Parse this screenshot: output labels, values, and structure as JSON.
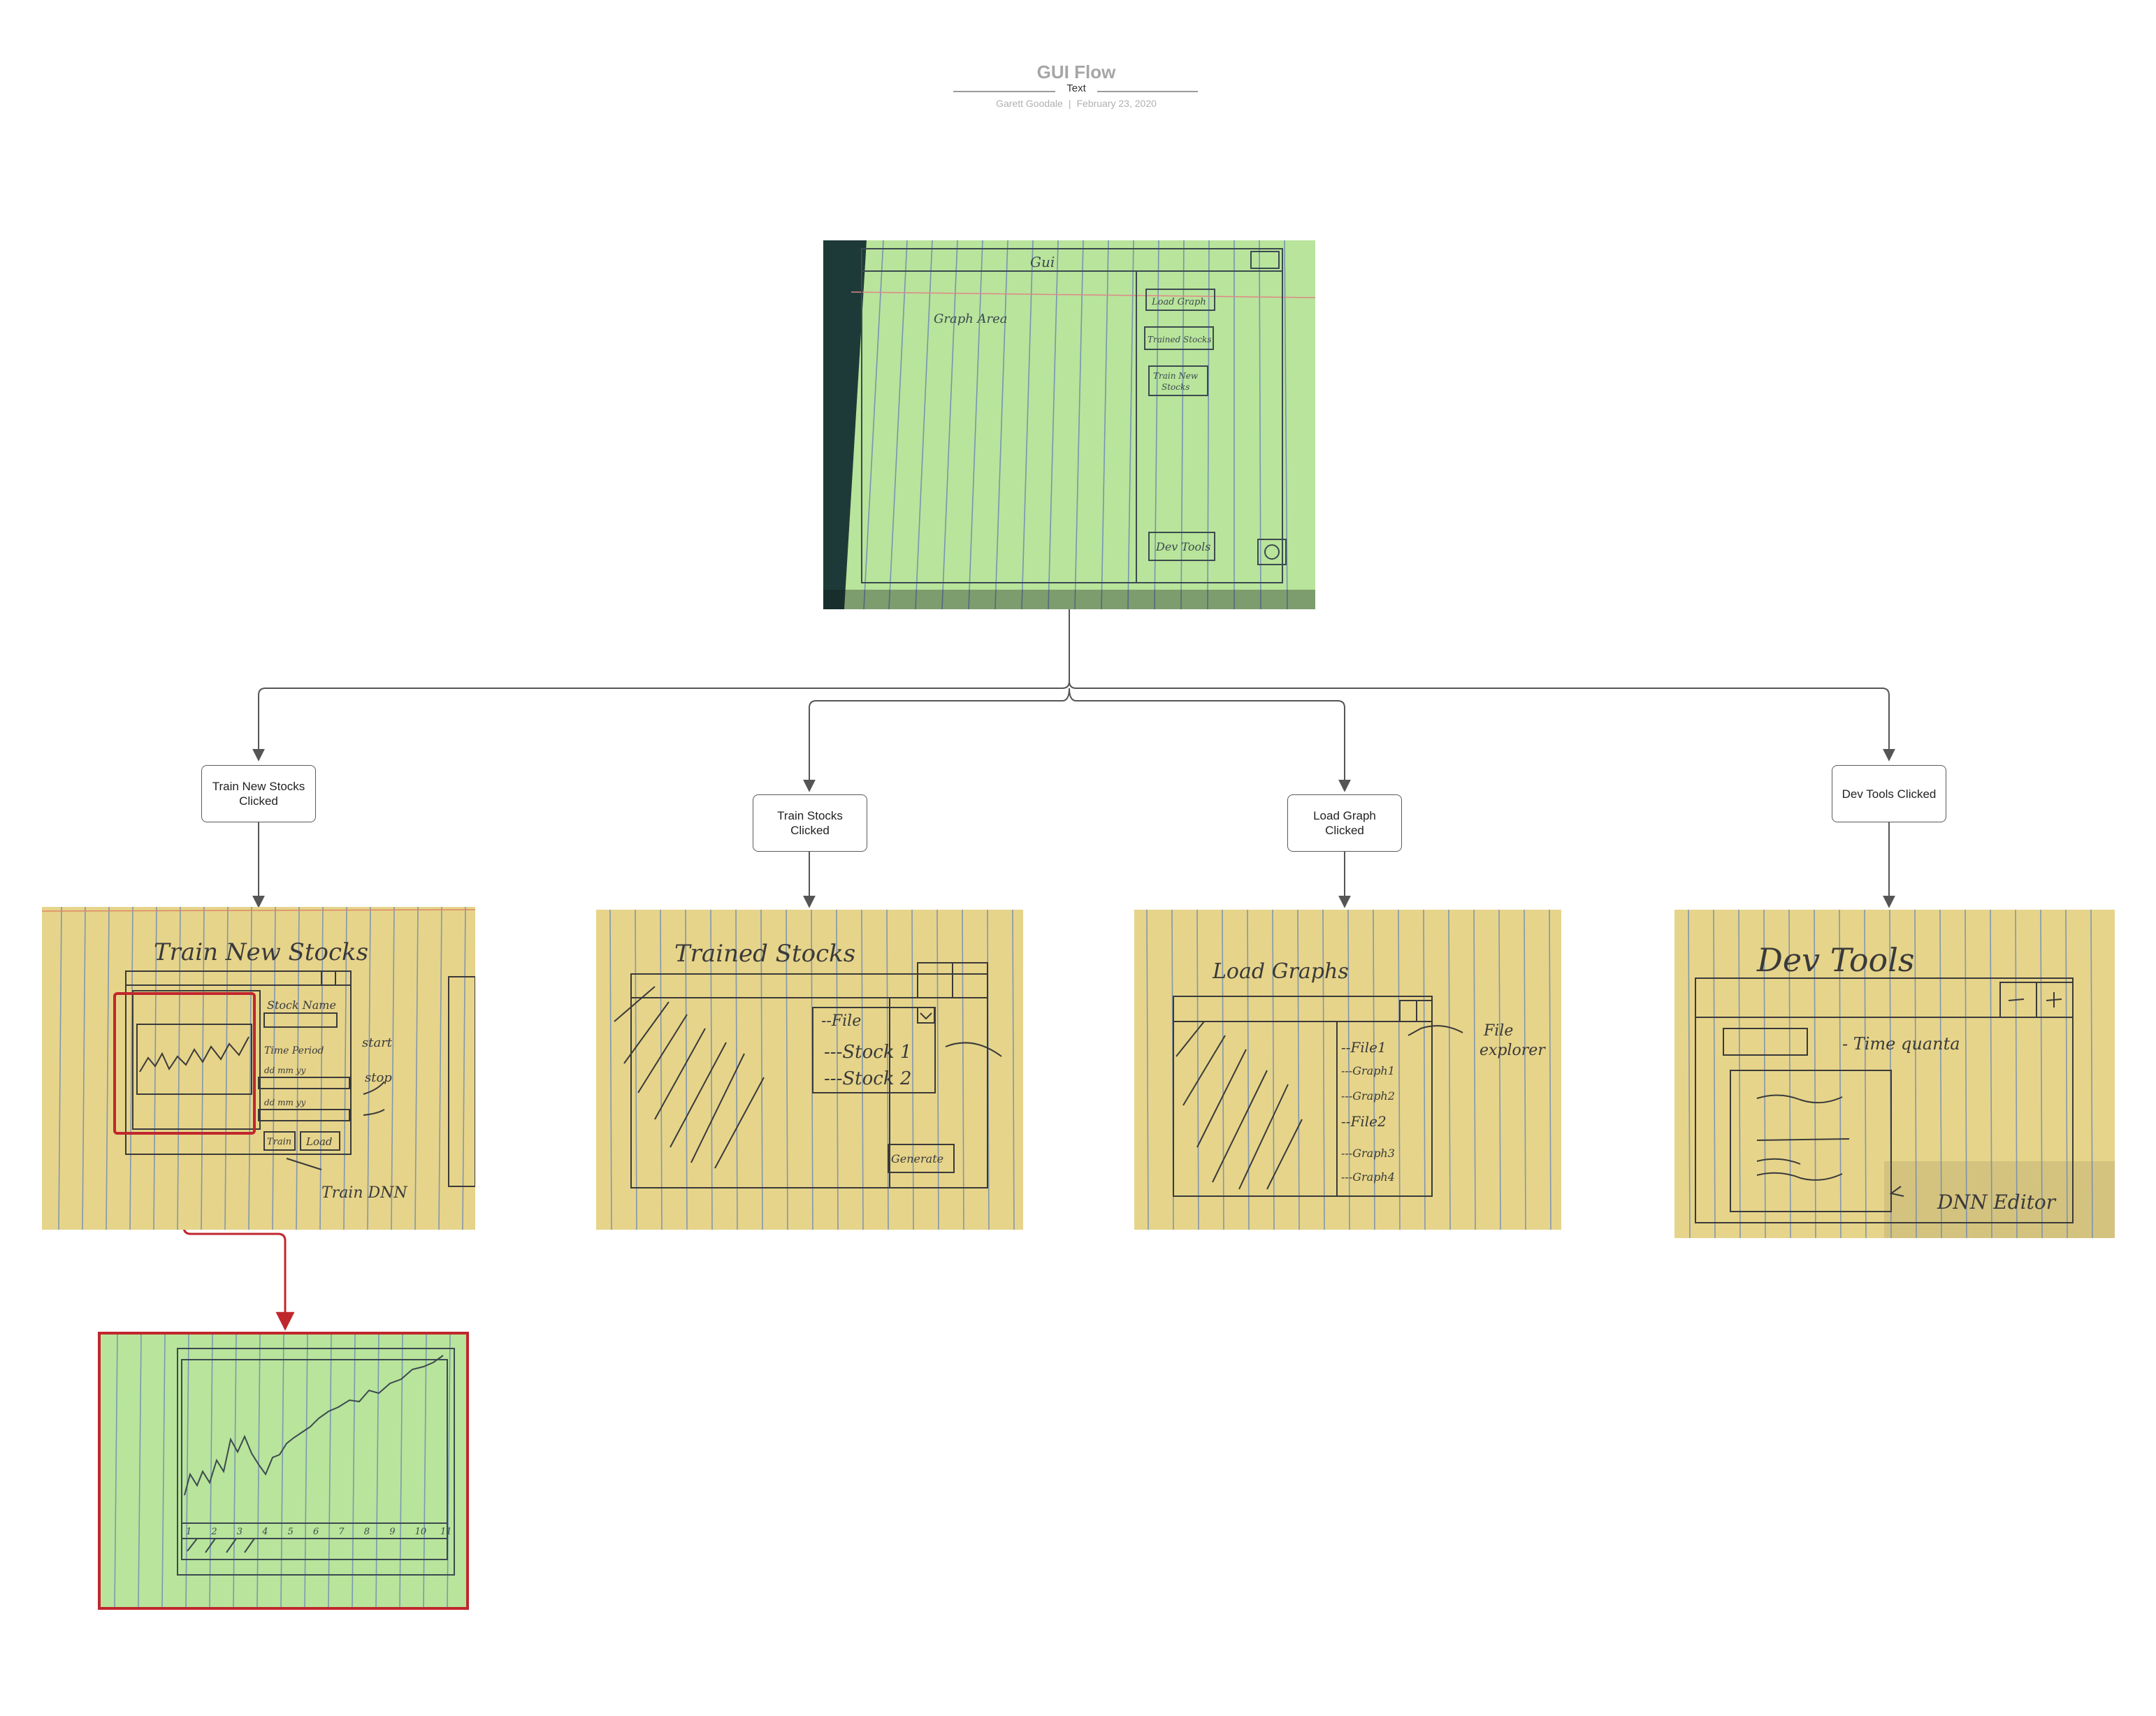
{
  "header": {
    "title": "GUI Flow",
    "rule_label": "Text",
    "author": "Garett Goodale",
    "separator": "|",
    "date": "February 23, 2020"
  },
  "nodes": {
    "train_new_stocks": "Train New Stocks Clicked",
    "train_stocks": "Train Stocks Clicked",
    "load_graph": "Load Graph Clicked",
    "dev_tools": "Dev Tools Clicked"
  },
  "sketches": {
    "main": {
      "title": "Gui",
      "graph_area": "Graph Area",
      "btn_load_graph": "Load Graph",
      "btn_trained_stocks": "Trained Stocks",
      "btn_train_new_1": "Train New",
      "btn_train_new_2": "Stocks",
      "btn_dev_tools": "Dev Tools"
    },
    "train_new": {
      "title": "Train New Stocks",
      "stock_name": "Stock Name",
      "time_period": "Time Period",
      "start_fmt": "dd   mm   yy",
      "stop_fmt": "dd   mm   yy",
      "start": "start",
      "stop": "stop",
      "train": "Train",
      "load": "Load",
      "train_dnn": "Train DNN"
    },
    "trained": {
      "title": "Trained Stocks",
      "file": "--File",
      "stock1": "---Stock 1",
      "stock2": "---Stock 2",
      "generate": "Generate"
    },
    "load_graphs": {
      "title": "Load Graphs",
      "file1": "--File1",
      "graph1": "---Graph1",
      "graph2": "---Graph2",
      "file2": "--File2",
      "graph3": "---Graph3",
      "graph4": "---Graph4",
      "file_explorer_1": "File",
      "file_explorer_2": "explorer"
    },
    "dev_tools": {
      "title": "Dev Tools",
      "time_quanta": "- Time quanta",
      "dnn_editor": "DNN Editor"
    },
    "graph_zoom": {
      "ticks": [
        "1",
        "2",
        "3",
        "4",
        "5",
        "6",
        "7",
        "8",
        "9",
        "10",
        "11"
      ]
    }
  },
  "colors": {
    "green_paper": "#b9e49b",
    "yellow_paper": "#e6d48a",
    "rule_line": "#6a88b8",
    "red_highlight": "#c0272d",
    "connector": "#555555"
  }
}
